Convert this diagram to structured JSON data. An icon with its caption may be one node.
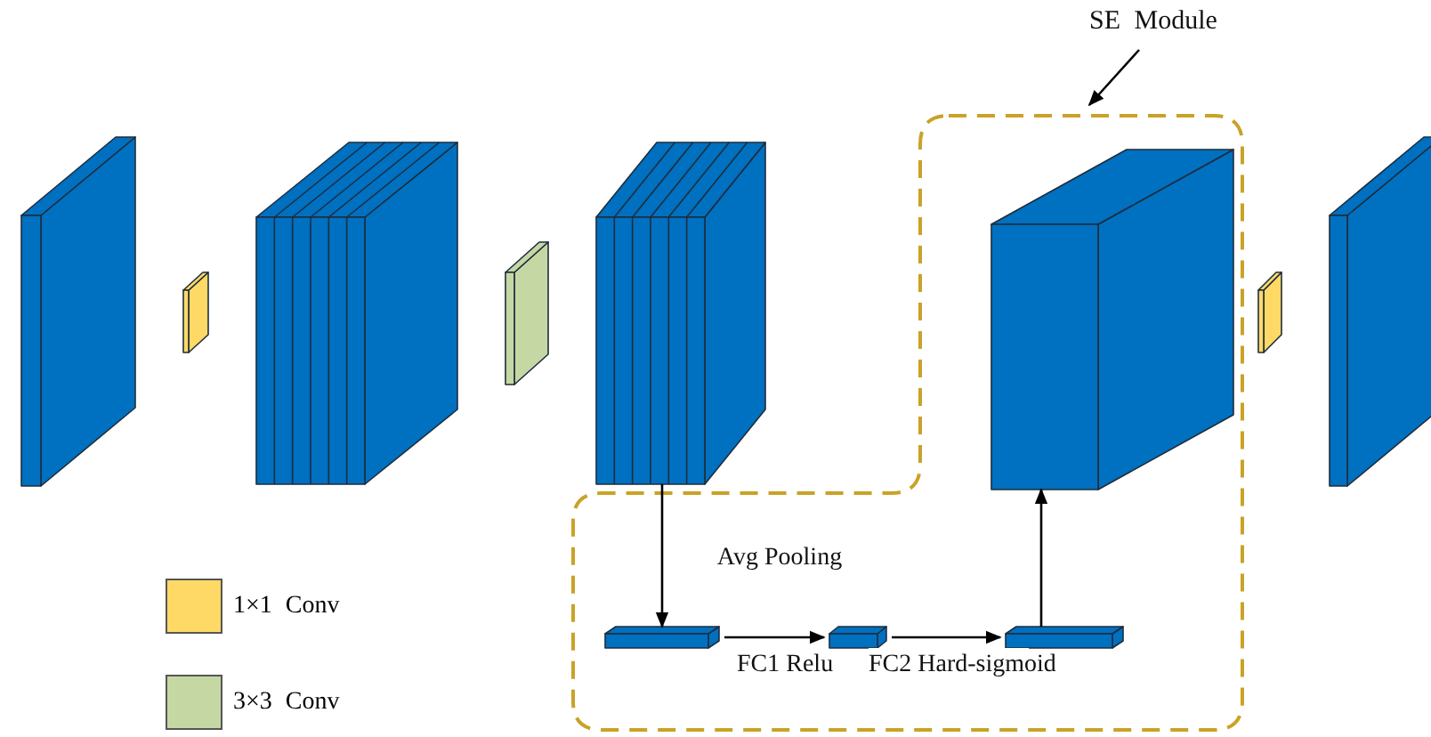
{
  "diagram": {
    "nodes": [
      {
        "text": [
          "SE Module"
        ]
      },
      {
        "text": [],
        "shape": "box"
      },
      {
        "text": [],
        "shape": "box"
      },
      {
        "text": [],
        "shape": "box"
      },
      {
        "text": [],
        "shape": "box"
      },
      {
        "text": [],
        "shape": "box"
      },
      {
        "text": [],
        "shape": "box"
      },
      {
        "text": [],
        "shape": "box",
        "in": 6
      },
      {
        "text": [],
        "shape": "box"
      },
      {
        "text": [],
        "shape": "box"
      },
      {
        "text": [],
        "shape": "bar",
        "in": 6
      },
      {
        "text": [],
        "shape": "bar",
        "in": 6
      },
      {
        "text": [],
        "shape": "bar",
        "in": 6
      }
    ],
    "edges": [
      {
        "from": 0,
        "to": 6,
        "arrow": "to"
      },
      {
        "from": 5,
        "to": 10,
        "arrow": "to",
        "label": "Avg Pooling"
      },
      {
        "from": 10,
        "to": 11,
        "arrow": "to",
        "label": "FC1 Relu"
      },
      {
        "from": 11,
        "to": 12,
        "arrow": "to",
        "label": "FC2 Hard-sigmoid"
      },
      {
        "from": 12,
        "to": 7,
        "arrow": "to"
      }
    ],
    "legend": [
      {
        "text": "1×1 Conv",
        "color": "#ffd966"
      },
      {
        "text": "3×3 Conv",
        "color": "#c5d8a4"
      }
    ]
  }
}
